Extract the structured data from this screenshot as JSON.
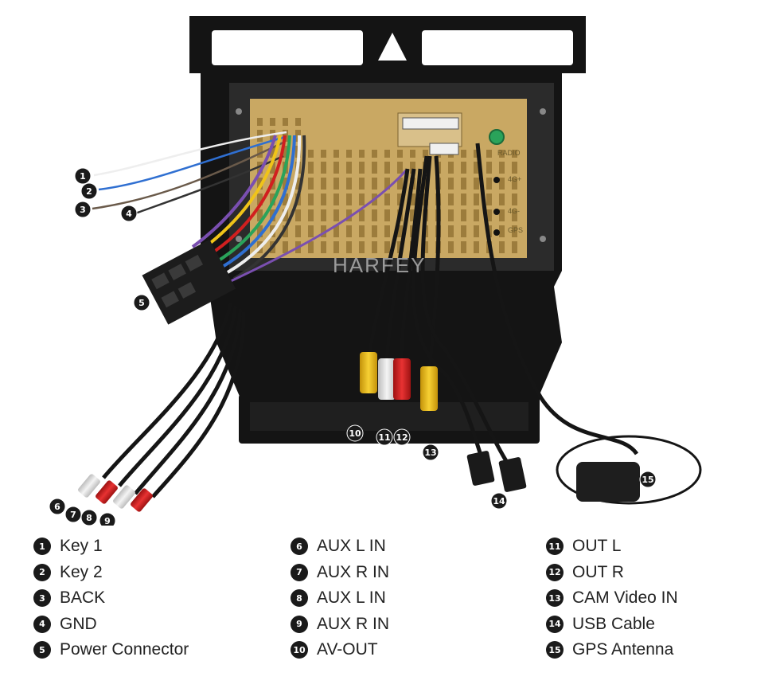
{
  "watermark": "HARFEY",
  "panel_labels": {
    "radio": "RADIO",
    "four_g_plus": "4G+",
    "four_g_minus": "4G-",
    "gps": "GPS"
  },
  "callouts": [
    "1",
    "2",
    "3",
    "4",
    "5",
    "6",
    "7",
    "8",
    "9",
    "10",
    "11",
    "12",
    "13",
    "14",
    "15"
  ],
  "legend": [
    {
      "num": "1",
      "label": "Key 1"
    },
    {
      "num": "2",
      "label": "Key 2"
    },
    {
      "num": "3",
      "label": "BACK"
    },
    {
      "num": "4",
      "label": "GND"
    },
    {
      "num": "5",
      "label": "Power Connector"
    },
    {
      "num": "6",
      "label": "AUX L IN"
    },
    {
      "num": "7",
      "label": "AUX R IN"
    },
    {
      "num": "8",
      "label": "AUX L IN"
    },
    {
      "num": "9",
      "label": "AUX R IN"
    },
    {
      "num": "10",
      "label": "AV-OUT"
    },
    {
      "num": "11",
      "label": "OUT L"
    },
    {
      "num": "12",
      "label": "OUT R"
    },
    {
      "num": "13",
      "label": "CAM Video IN"
    },
    {
      "num": "14",
      "label": "USB Cable"
    },
    {
      "num": "15",
      "label": "GPS Antenna"
    }
  ],
  "colors": {
    "frame": "#141414",
    "panel": "#c9a863",
    "wire_blue": "#2f6fd1",
    "wire_white": "#eeeeee",
    "wire_red": "#d11f1f",
    "wire_yellow": "#f0c419",
    "rca_white": "#e4e4e4",
    "rca_red": "#d32020",
    "rca_yellow": "#f1c118"
  }
}
